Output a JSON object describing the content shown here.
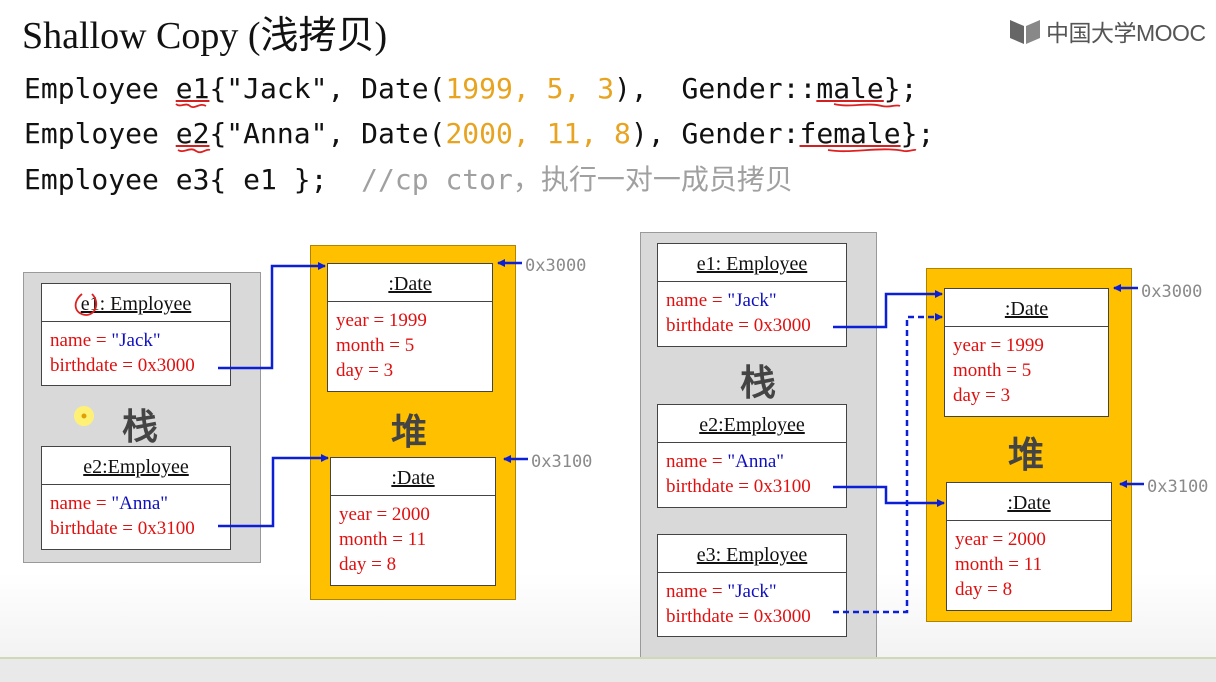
{
  "title": "Shallow Copy (浅拷贝)",
  "logo": {
    "text": "中国大学MOOC",
    "icon": "mooc-book-icon"
  },
  "code": {
    "line1": {
      "kw": "Employee ",
      "var": "e1",
      "open": "{\"Jack\", Date(",
      "n1": "1999",
      "c1": ", ",
      "n2": "5",
      "c2": ", ",
      "n3": "3",
      "close": "),  Gender::",
      "gender": "male",
      "end": "};"
    },
    "line2": {
      "kw": "Employee ",
      "var": "e2",
      "open": "{\"Anna\", Date(",
      "n1": "2000",
      "c1": ", ",
      "n2": "11",
      "c2": ", ",
      "n3": "8",
      "close": "), Gender:",
      "gender": "female",
      "end": "};"
    },
    "line3": {
      "text": "Employee e3{ e1 };  ",
      "comment": "//cp ctor，执行一对一成员拷贝"
    }
  },
  "left": {
    "stack_label": "栈",
    "heap_label": "堆",
    "e1": {
      "title": "e1: Employee",
      "name_key": "name = ",
      "name_val": "\"Jack\"",
      "birthdate": "birthdate = 0x3000"
    },
    "e2": {
      "title": "e2:Employee",
      "name_key": "name = ",
      "name_val": "\"Anna\"",
      "birthdate": "birthdate = 0x3100"
    },
    "d1": {
      "title": ":Date",
      "year": "year = 1999",
      "month": "month = 5",
      "day": "day = 3"
    },
    "d2": {
      "title": ":Date",
      "year": "year = 2000",
      "month": "month = 11",
      "day": "day = 8"
    },
    "addr1": "0x3000",
    "addr2": "0x3100"
  },
  "right": {
    "stack_label": "栈",
    "heap_label": "堆",
    "e1": {
      "title": "e1: Employee",
      "name_key": "name = ",
      "name_val": "\"Jack\"",
      "birthdate": "birthdate = 0x3000"
    },
    "e2": {
      "title": "e2:Employee",
      "name_key": "name = ",
      "name_val": "\"Anna\"",
      "birthdate": "birthdate = 0x3100"
    },
    "e3": {
      "title": "e3: Employee",
      "name_key": "name = ",
      "name_val": "\"Jack\"",
      "birthdate": "birthdate = 0x3000"
    },
    "d1": {
      "title": ":Date",
      "year": "year = 1999",
      "month": "month = 5",
      "day": "day = 3"
    },
    "d2": {
      "title": ":Date",
      "year": "year = 2000",
      "month": "month = 11",
      "day": "day = 8"
    },
    "addr1": "0x3000",
    "addr2": "0x3100"
  },
  "colors": {
    "heap": "#ffc000",
    "stack": "#d9d9d9",
    "arrow": "#0a1fd6",
    "field": "#e01010",
    "string": "#1010c0",
    "number": "#e8a320"
  }
}
